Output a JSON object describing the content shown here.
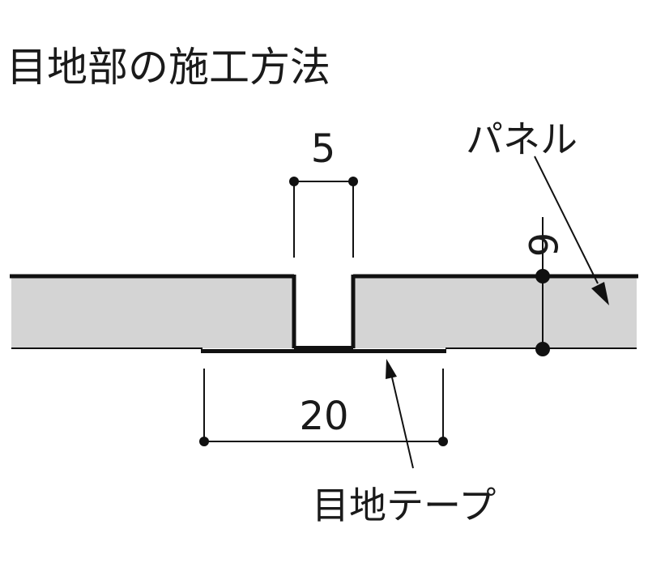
{
  "title": "目地部の施工方法",
  "labels": {
    "panel": "パネル",
    "joint_tape": "目地テープ"
  },
  "dimensions": {
    "joint_width": "5",
    "panel_thickness": "6",
    "tape_width": "20"
  },
  "colors": {
    "panel_fill": "#d4d4d4",
    "line": "#111111",
    "background": "#ffffff"
  }
}
